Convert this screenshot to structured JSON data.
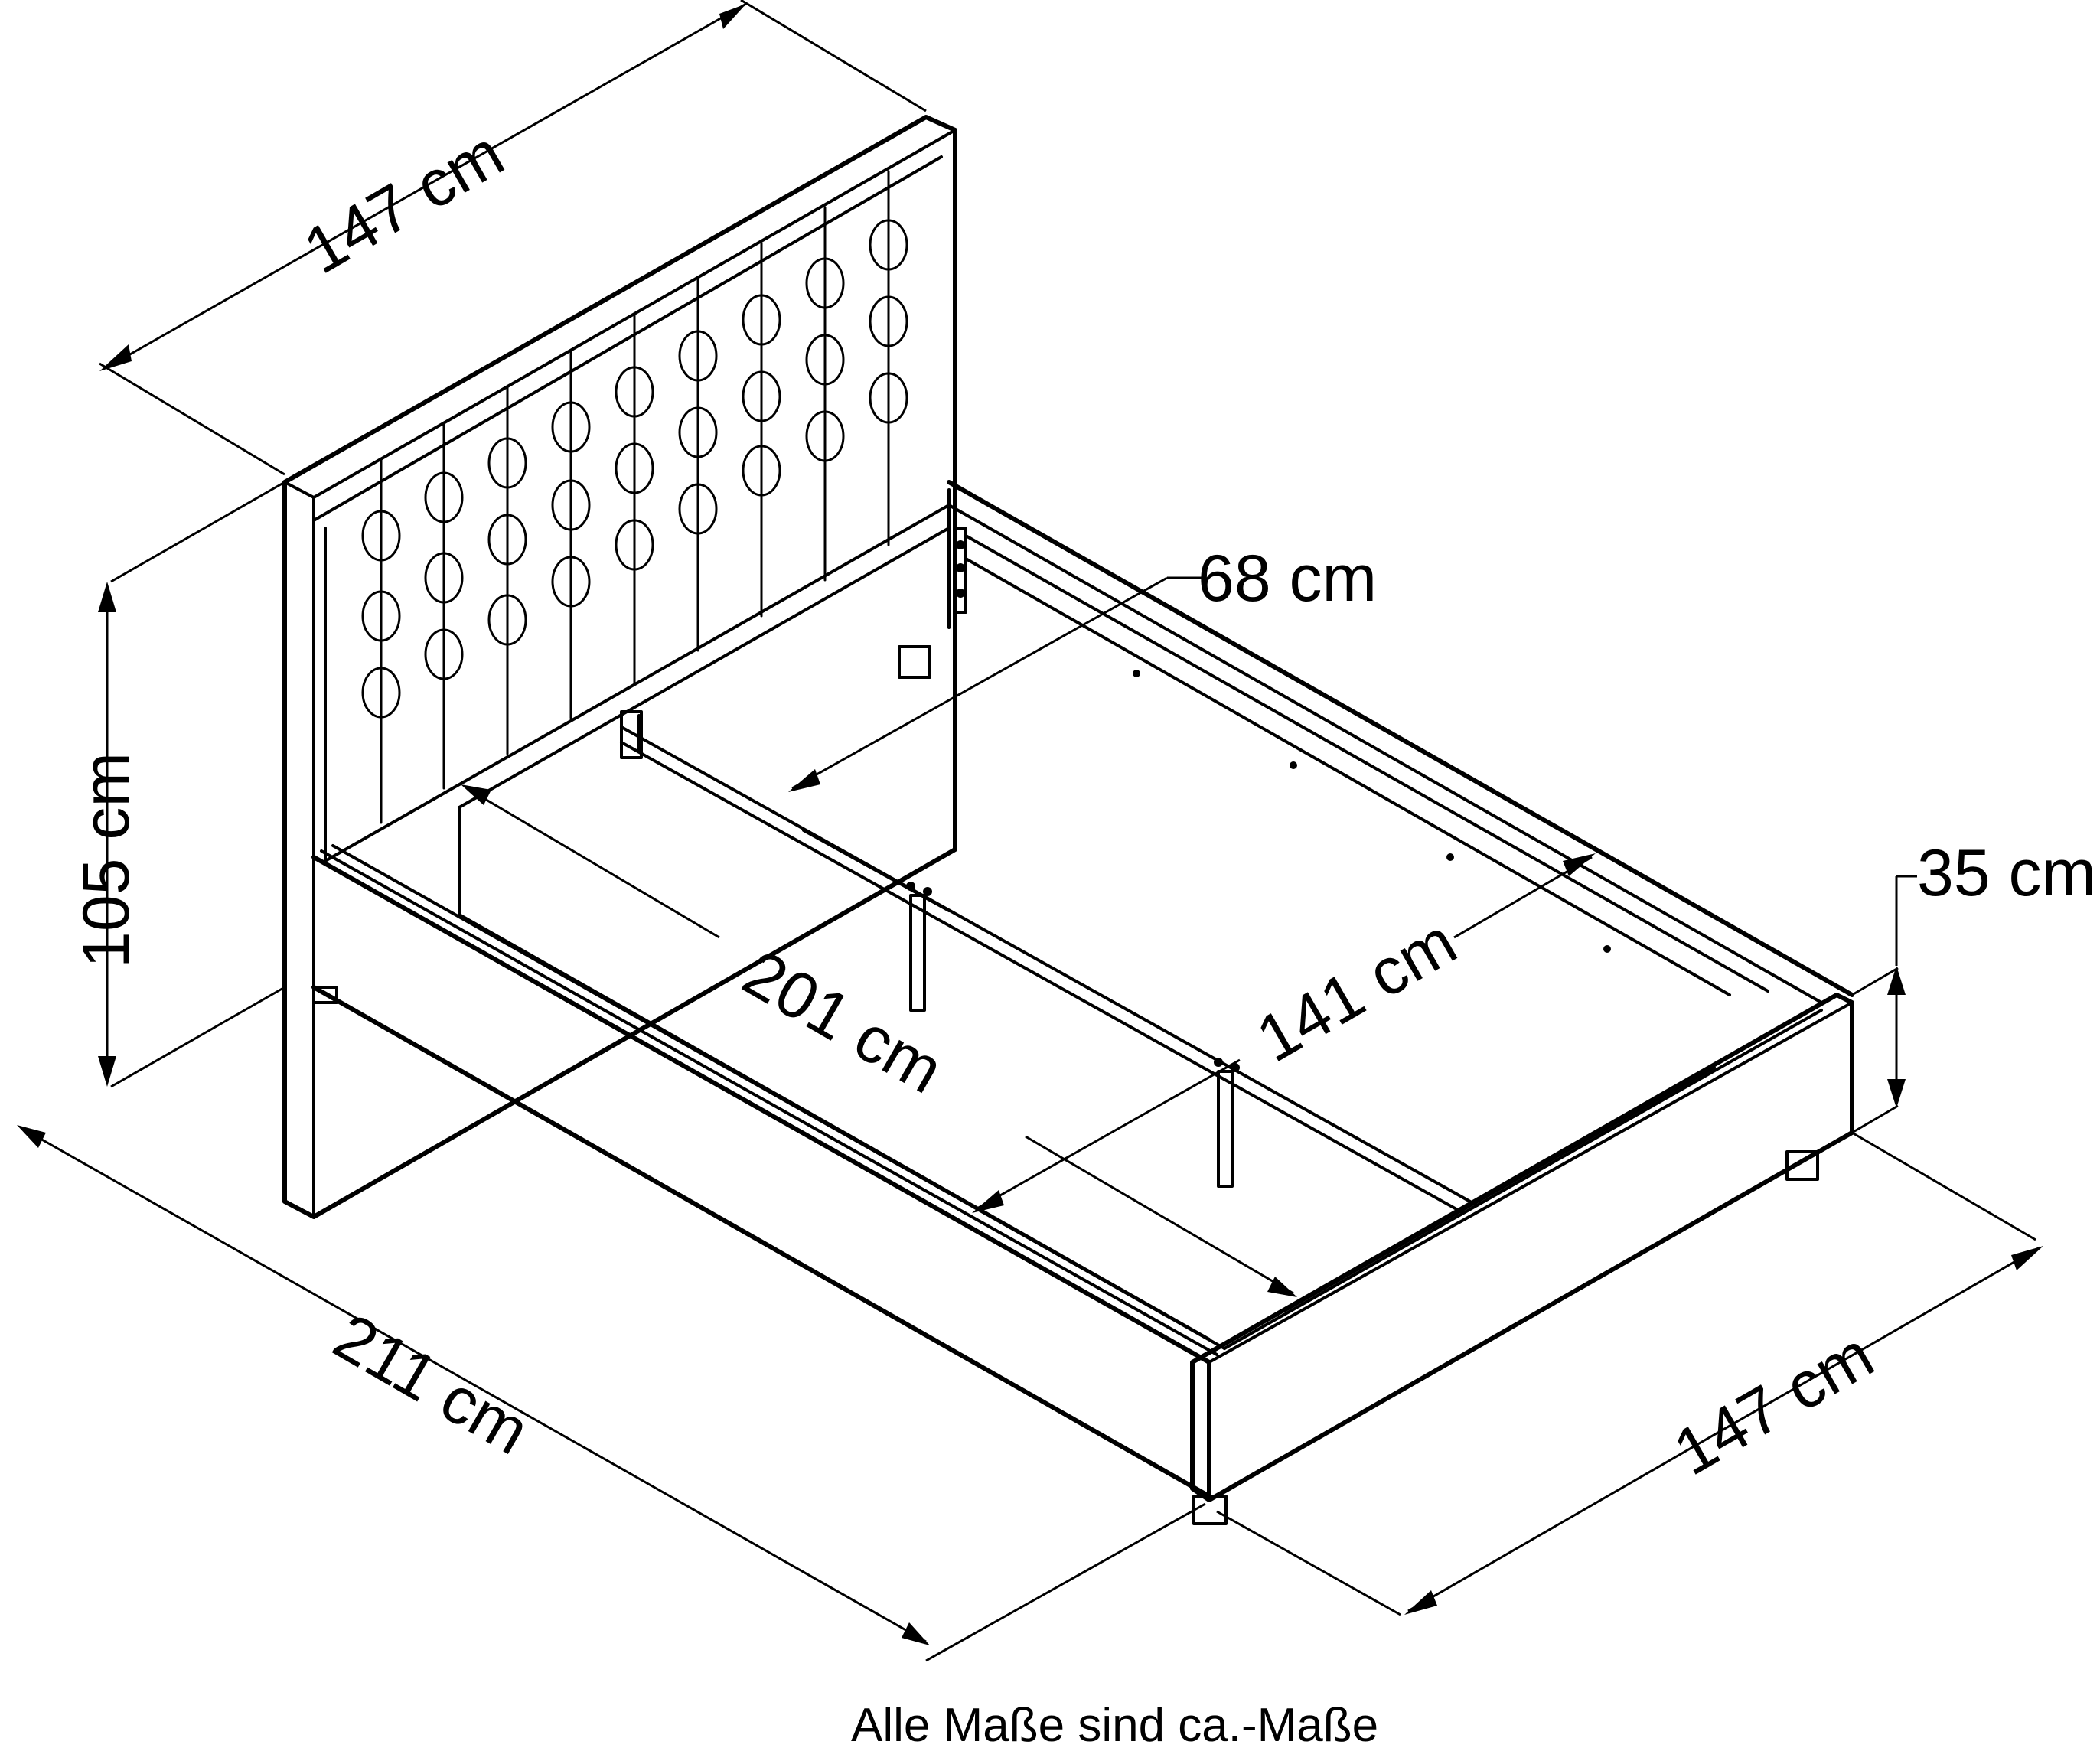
{
  "dimensions": {
    "headboard_width": "147 cm",
    "headboard_height": "105 cm",
    "slat_width": "68 cm",
    "inner_length": "201 cm",
    "inner_width": "141 cm",
    "frame_height": "35 cm",
    "total_length": "211 cm",
    "total_width": "147 cm"
  },
  "footnote": "Alle Maße sind ca.-Maße",
  "colors": {
    "line": "#000000",
    "background": "#ffffff"
  }
}
